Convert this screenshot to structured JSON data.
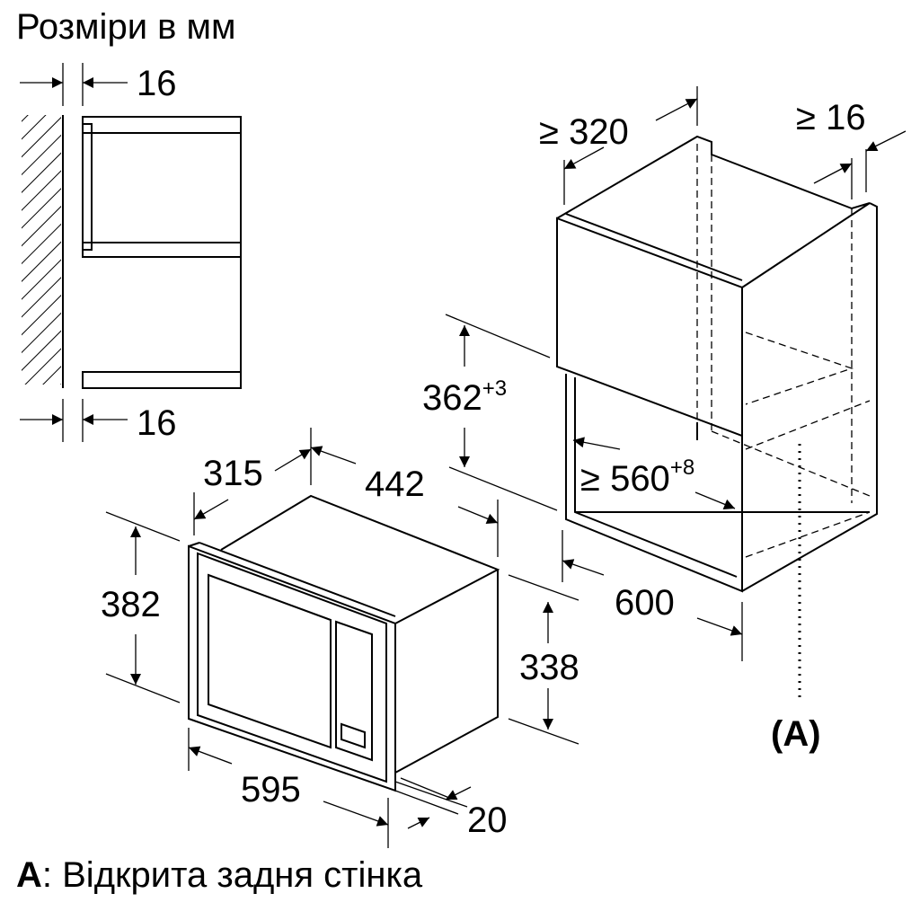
{
  "title": "Розміри в мм",
  "legend": {
    "key": "A",
    "separator": ": ",
    "text": "Відкрита задня стінка"
  },
  "dimensions": {
    "side_top_gap": "16",
    "side_bottom_gap": "16",
    "niche_depth": "≥ 320",
    "niche_rear_gap": "≥ 16",
    "niche_height": "362",
    "niche_height_tol": "+3",
    "niche_width": "≥ 560",
    "niche_width_tol": "+8",
    "cabinet_width": "600",
    "depth": "315",
    "body_width": "442",
    "front_height": "382",
    "body_height": "338",
    "front_width": "595",
    "front_thickness": "20"
  },
  "marker": "(A)"
}
